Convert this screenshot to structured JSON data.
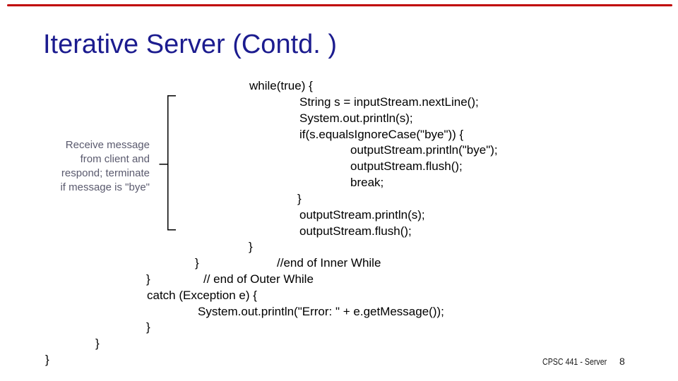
{
  "slide": {
    "title": "Iterative Server (Contd. )",
    "background_color": "#ffffff",
    "accent_rule_color": "#c00000",
    "title_color": "#1c1c8f"
  },
  "annotation": {
    "color": "#5a5a6e",
    "lines": [
      "Receive message",
      "from client and",
      "respond; terminate",
      "if message is \"bye\""
    ]
  },
  "code": {
    "text_color": "#000000",
    "lines": [
      {
        "text": "while(true) {"
      },
      {
        "text": "String s = inputStream.nextLine();"
      },
      {
        "text": "System.out.println(s);"
      },
      {
        "text": "if(s.equalsIgnoreCase(\"bye\")) {"
      },
      {
        "text": "outputStream.println(\"bye\");"
      },
      {
        "text": "outputStream.flush();"
      },
      {
        "text": "break;"
      },
      {
        "text": "}"
      },
      {
        "text": "outputStream.println(s);"
      },
      {
        "text": "outputStream.flush();"
      },
      {
        "text": "}"
      },
      {
        "brace": "}",
        "comment": "//end of Inner While"
      },
      {
        "brace": "}",
        "comment": "// end of Outer While"
      },
      {
        "text": "catch (Exception e) {"
      },
      {
        "text": "System.out.println(\"Error: \" + e.getMessage());"
      },
      {
        "text": "}"
      },
      {
        "text": "}"
      },
      {
        "text": "}"
      }
    ]
  },
  "footer": {
    "course": "CPSC 441 - Server",
    "page_number": "8"
  }
}
